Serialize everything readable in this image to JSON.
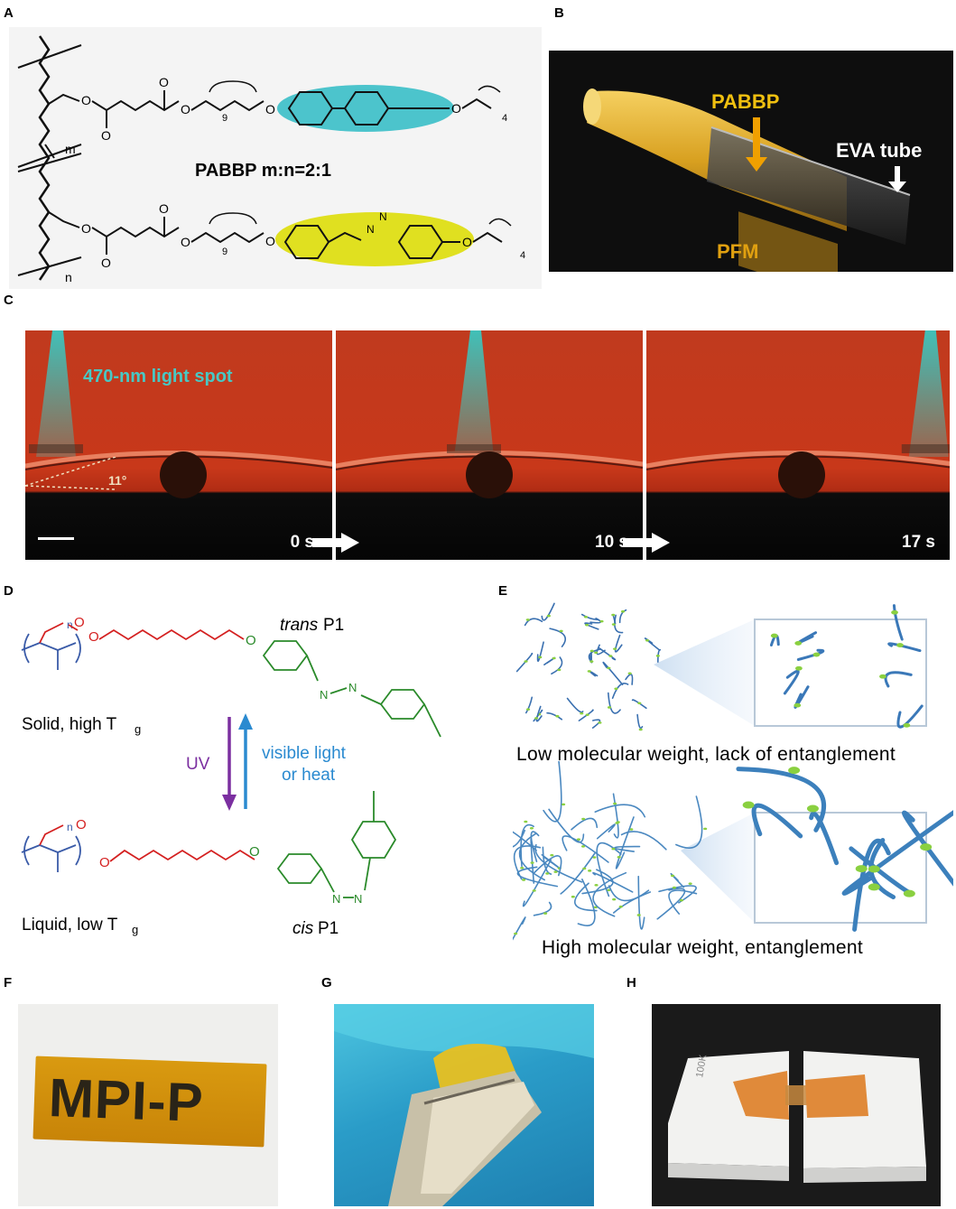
{
  "panels": {
    "A": {
      "letter": "A",
      "label": "PABBP m:n=2:1",
      "sub_m": "m",
      "sub_n": "n",
      "sub_9a": "9",
      "sub_9b": "9",
      "sub_4a": "4",
      "sub_4b": "4",
      "atom_o": "O",
      "atom_n": "N",
      "colors": {
        "biphenyl": "#4cc4cc",
        "azo": "#e0e020"
      }
    },
    "B": {
      "letter": "B",
      "label_pabbp": "PABBP",
      "label_eva": "EVA tube",
      "label_pfm": "PFM",
      "colors": {
        "bg": "#111111",
        "tube": "#e0a820",
        "arrow": "#f0a000"
      }
    },
    "C": {
      "letter": "C",
      "light_label": "470-nm light spot",
      "angle": "11°",
      "frames": [
        {
          "time": "0 s",
          "light_pos": 0.1
        },
        {
          "time": "10 s",
          "light_pos": 0.45
        },
        {
          "time": "17 s",
          "light_pos": 0.92
        }
      ],
      "colors": {
        "bg": "#c8341c",
        "light": "#3ac7c0"
      }
    },
    "D": {
      "letter": "D",
      "trans_italic": "trans",
      "trans_label": " P1",
      "cis_italic": "cis",
      "cis_label": " P1",
      "solid": "Solid, high T",
      "solid_sub": "g",
      "liquid": "Liquid, low T",
      "liquid_sub": "g",
      "uv": "UV",
      "visible1": "visible light",
      "visible2": "or heat",
      "atom_o": "O",
      "atom_n": "N",
      "sub_n": "n",
      "colors": {
        "backbone": "#3a5ba8",
        "spacer": "#d42020",
        "azo": "#2a8a2a",
        "uv": "#7b2fa0",
        "vis": "#2a8ad0"
      }
    },
    "E": {
      "letter": "E",
      "low": "Low molecular weight, lack of entanglement",
      "high": "High molecular weight, entanglement"
    },
    "F": {
      "letter": "F",
      "text": "MPI-P"
    },
    "G": {
      "letter": "G"
    },
    "H": {
      "letter": "H",
      "block_text": "100K"
    }
  }
}
